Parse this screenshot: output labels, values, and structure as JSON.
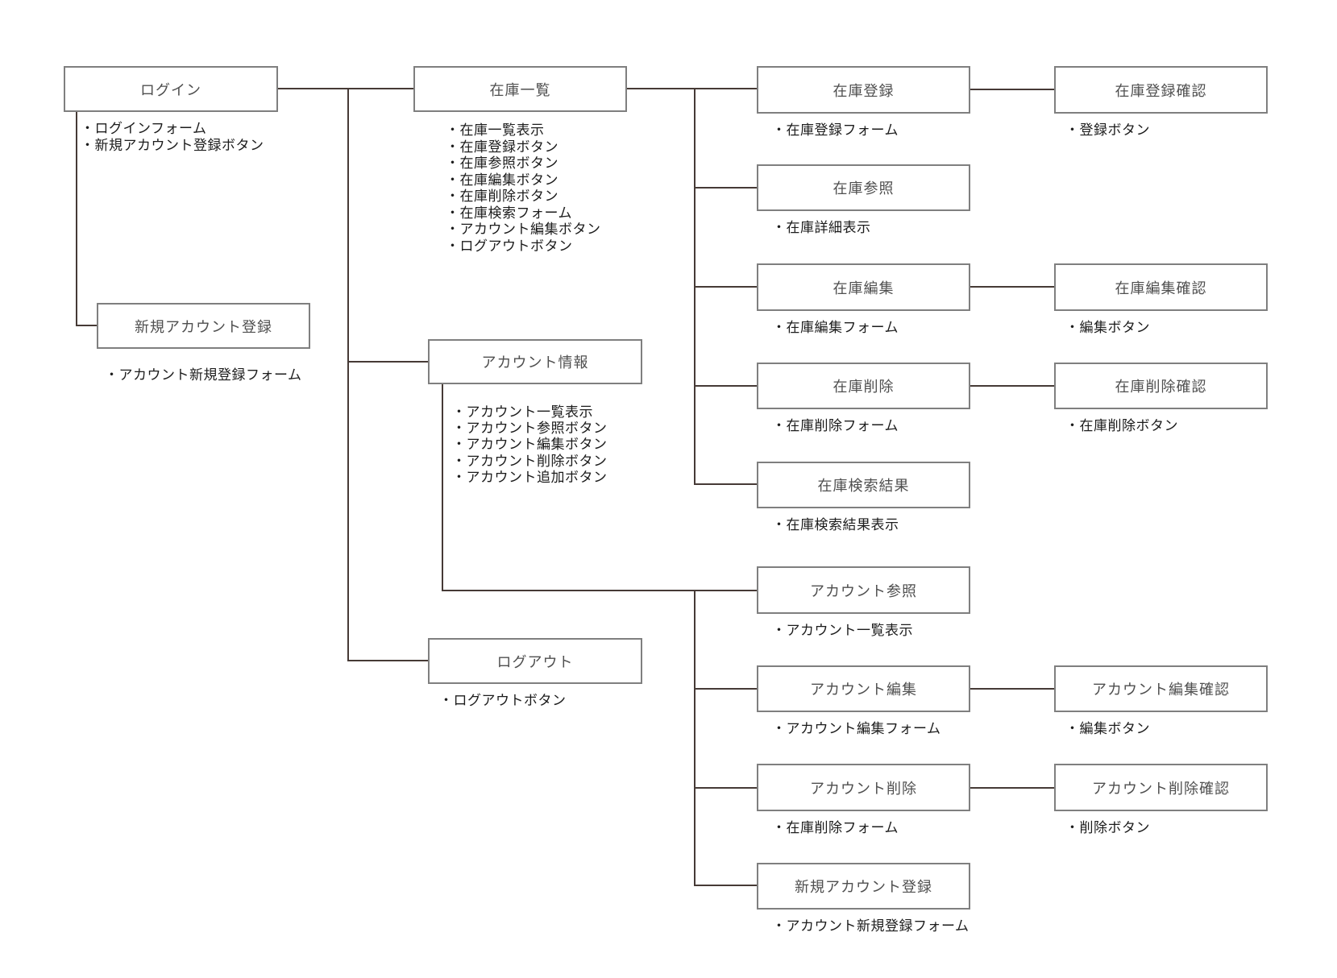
{
  "diagram": {
    "title": "screen-transition-diagram",
    "colors": {
      "background": "#ffffff",
      "box_border": "#7f7f7f",
      "box_label": "#4f4f4f",
      "bullet_text": "#1c1c1c",
      "connector_line": "#463a36"
    },
    "nodes": {
      "login": {
        "label": "ログイン",
        "items": [
          "・ログインフォーム",
          "・新規アカウント登録ボタン"
        ]
      },
      "shinki_left": {
        "label": "新規アカウント登録",
        "items": [
          "・アカウント新規登録フォーム"
        ]
      },
      "zaiko_ichiran": {
        "label": "在庫一覧",
        "items": [
          "・在庫一覧表示",
          "・在庫登録ボタン",
          "・在庫参照ボタン",
          "・在庫編集ボタン",
          "・在庫削除ボタン",
          "・在庫検索フォーム",
          "・アカウント編集ボタン",
          "・ログアウトボタン"
        ]
      },
      "account_joho": {
        "label": "アカウント情報",
        "items": [
          "・アカウント一覧表示",
          "・アカウント参照ボタン",
          "・アカウント編集ボタン",
          "・アカウント削除ボタン",
          "・アカウント追加ボタン"
        ]
      },
      "logout": {
        "label": "ログアウト",
        "items": [
          "・ログアウトボタン"
        ]
      },
      "zaiko_toroku": {
        "label": "在庫登録",
        "items": [
          "・在庫登録フォーム"
        ]
      },
      "zaiko_toroku_kakunin": {
        "label": "在庫登録確認",
        "items": [
          "・登録ボタン"
        ]
      },
      "zaiko_sansho": {
        "label": "在庫参照",
        "items": [
          "・在庫詳細表示"
        ]
      },
      "zaiko_henshu": {
        "label": "在庫編集",
        "items": [
          "・在庫編集フォーム"
        ]
      },
      "zaiko_henshu_kakunin": {
        "label": "在庫編集確認",
        "items": [
          "・編集ボタン"
        ]
      },
      "zaiko_sakujo": {
        "label": "在庫削除",
        "items": [
          "・在庫削除フォーム"
        ]
      },
      "zaiko_sakujo_kakunin": {
        "label": "在庫削除確認",
        "items": [
          "・在庫削除ボタン"
        ]
      },
      "zaiko_kensaku": {
        "label": "在庫検索結果",
        "items": [
          "・在庫検索結果表示"
        ]
      },
      "account_sansho": {
        "label": "アカウント参照",
        "items": [
          "・アカウント一覧表示"
        ]
      },
      "account_henshu": {
        "label": "アカウント編集",
        "items": [
          "・アカウント編集フォーム"
        ]
      },
      "account_henshu_kakunin": {
        "label": "アカウント編集確認",
        "items": [
          "・編集ボタン"
        ]
      },
      "account_sakujo": {
        "label": "アカウント削除",
        "items": [
          "・在庫削除フォーム"
        ]
      },
      "account_sakujo_kakunin": {
        "label": "アカウント削除確認",
        "items": [
          "・削除ボタン"
        ]
      },
      "shinki_bottom": {
        "label": "新規アカウント登録",
        "items": [
          "・アカウント新規登録フォーム"
        ]
      }
    }
  }
}
